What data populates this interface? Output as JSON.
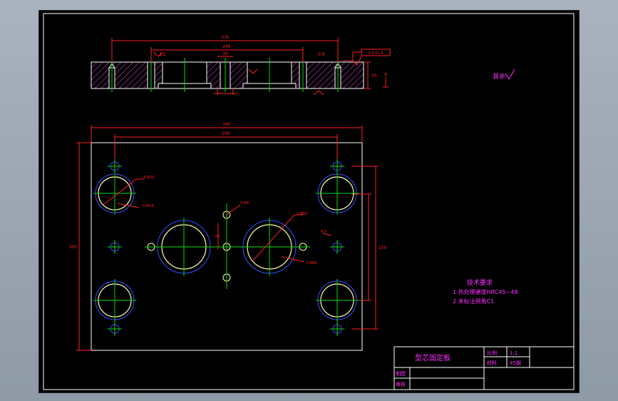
{
  "colors": {
    "background": "#000000",
    "frame": "#ffffff",
    "dimension": "#ff2020",
    "centerline": "#00dd00",
    "hole": "#ffffaa",
    "thread": "#3050ff",
    "hatch": "#c040c0",
    "annotation": "#ff30ff"
  },
  "section_view": {
    "dim_overall": "335",
    "dim_inner": "246",
    "dim_center": "30",
    "dim_height": "30",
    "roughness_left": "3.2",
    "roughness_right": "0.8",
    "tolerance_frame": "// 0.01 A",
    "datum": "A"
  },
  "plan_view": {
    "dim_width_total": "340",
    "dim_width_holes": "290",
    "dim_height_total": "300",
    "dim_height_holes": "250",
    "hole_label_1": "4-Φ20",
    "hole_label_2": "4-M16",
    "pin_label": "4-Φ8",
    "bore_label_1": "2-Φ60",
    "bore_label_2": "2-Φ66",
    "small_label": "8.5",
    "center_dim": "40"
  },
  "surface_finish_note": "其余",
  "technical_requirements": {
    "title": "技术要求",
    "items": [
      "1.热处理硬度HRC45~48",
      "2.未标注倒角C1"
    ]
  },
  "title_block": {
    "part_name": "型芯固定板",
    "scale_label": "比例",
    "scale_value": "1:1",
    "material_label": "材料",
    "material_value": "45钢",
    "drawn_label": "制图",
    "checked_label": "审核"
  }
}
